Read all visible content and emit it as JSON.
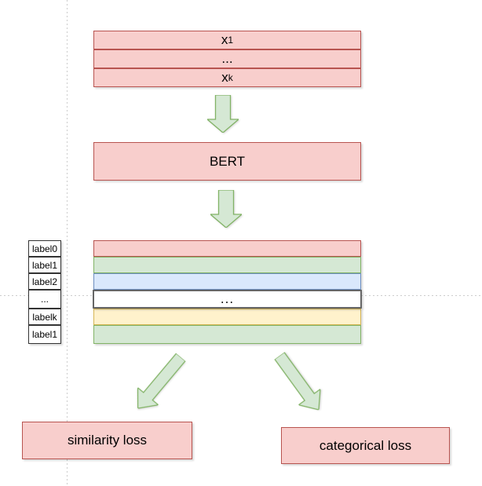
{
  "diagram": {
    "input_stack": {
      "rows": [
        {
          "base": "x",
          "sub": "1"
        },
        {
          "base": "...",
          "sub": ""
        },
        {
          "base": "x",
          "sub": "k"
        }
      ]
    },
    "bert": {
      "label": "BERT"
    },
    "label_column": {
      "labels": [
        "label0",
        "label1",
        "label2",
        "...",
        "labelk",
        "label1"
      ]
    },
    "embedding_stack": {
      "rows": [
        {
          "text": "",
          "fill": "#f8cecc",
          "stroke": "#b85450"
        },
        {
          "text": "",
          "fill": "#d5e8d4",
          "stroke": "#82b366"
        },
        {
          "text": "",
          "fill": "#dae8fc",
          "stroke": "#6c8ebf"
        },
        {
          "text": "...",
          "fill": "#ffffff",
          "stroke": "#666666"
        },
        {
          "text": "",
          "fill": "#fff2cc",
          "stroke": "#d6b656"
        },
        {
          "text": "",
          "fill": "#d5e8d4",
          "stroke": "#82b366"
        }
      ]
    },
    "losses": {
      "left": "similarity loss",
      "right": "categorical loss"
    },
    "colors": {
      "pink_fill": "#f8cecc",
      "pink_stroke": "#b85450",
      "green_fill": "#d5e8d4",
      "green_stroke": "#82b366",
      "blue_fill": "#dae8fc",
      "blue_stroke": "#6c8ebf",
      "yellow_fill": "#fff2cc",
      "yellow_stroke": "#d6b656",
      "white_fill": "#ffffff",
      "dark_stroke": "#666666",
      "text": "#000000",
      "guide": "#cccccc"
    },
    "icons": {
      "down_arrow": "block-arrow-down",
      "diag_left_arrow": "block-arrow-down-left",
      "diag_right_arrow": "block-arrow-down-right"
    }
  }
}
